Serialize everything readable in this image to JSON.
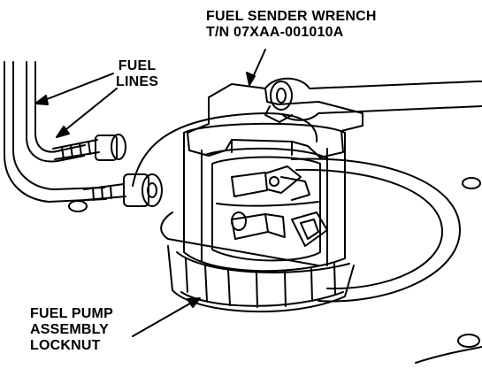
{
  "labels": {
    "wrench": {
      "line1": "FUEL SENDER WRENCH",
      "line2": "T/N 07XAA-001010A"
    },
    "fuel_lines": {
      "line1": "FUEL",
      "line2": "LINES"
    },
    "locknut": {
      "line1": "FUEL PUMP",
      "line2": "ASSEMBLY",
      "line3": "LOCKNUT"
    }
  },
  "colors": {
    "ink": "#000000",
    "paper": "#ffffff"
  }
}
